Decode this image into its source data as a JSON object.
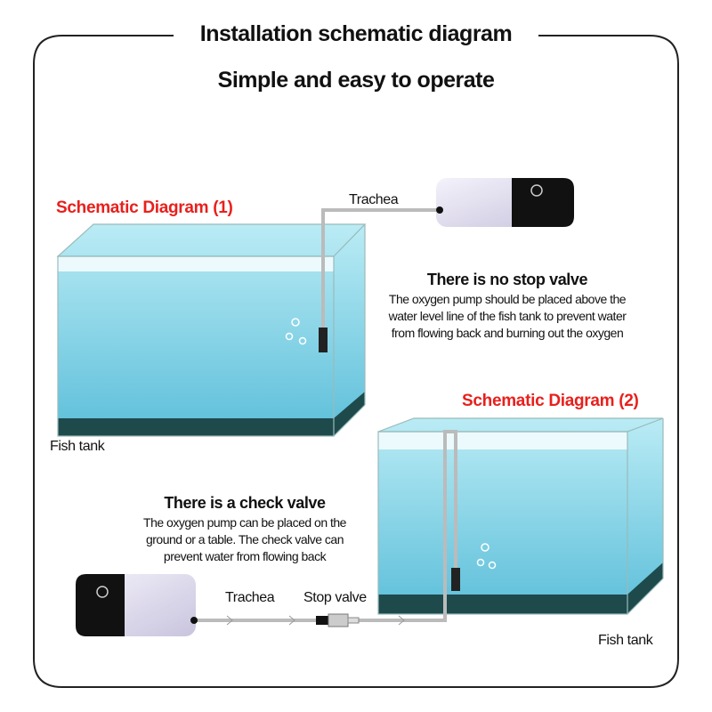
{
  "header": {
    "title": "Installation schematic diagram",
    "subtitle": "Simple and easy to operate"
  },
  "diagram1": {
    "label": "Schematic Diagram (1)",
    "tube_label": "Trachea",
    "tank_label": "Fish tank",
    "note_title": "There is no stop valve",
    "note_lines": [
      "The oxygen pump should be placed above the",
      "water level line of the fish tank to prevent water",
      "from flowing back and burning out the oxygen"
    ]
  },
  "diagram2": {
    "label": "Schematic Diagram (2)",
    "tube_label": "Trachea",
    "valve_label": "Stop valve",
    "tank_label": "Fish tank",
    "note_title": "There is a check valve",
    "note_lines": [
      "The oxygen pump can be placed on the",
      "ground or a table. The check valve can",
      "prevent water from flowing back"
    ]
  },
  "colors": {
    "accent_red": "#e8201c",
    "water": "#7fd6ea",
    "tank_base": "#1e4a4c"
  }
}
